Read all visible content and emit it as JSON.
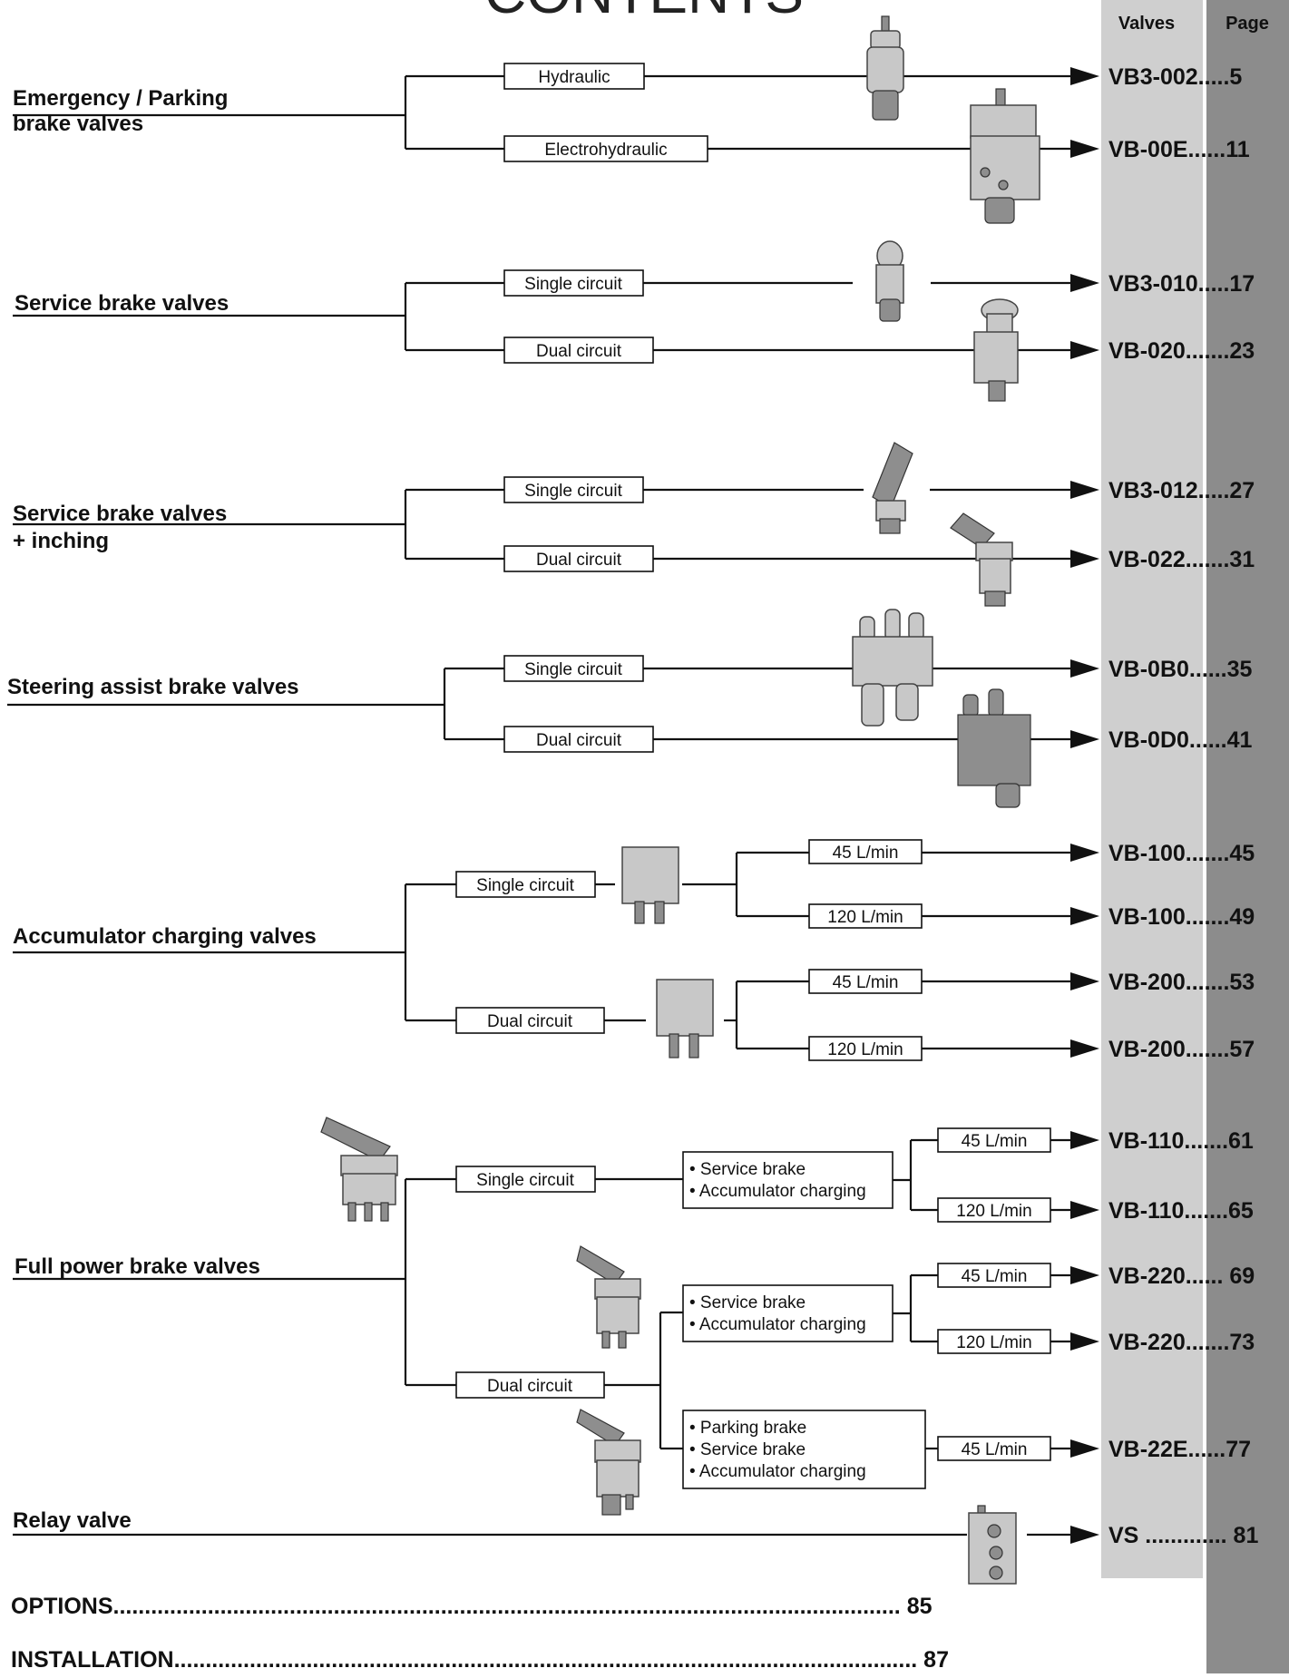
{
  "title": "CONTENTS",
  "columns": {
    "valves": "Valves",
    "page": "Page"
  },
  "colors": {
    "valves_column": "#cfcfcf",
    "page_column": "#8c8c8c",
    "line": "#111111"
  },
  "categories": [
    {
      "label": "Emergency / Parking\nbrake valves"
    },
    {
      "label": "Service brake valves"
    },
    {
      "label": "Service brake valves\n+ inching"
    },
    {
      "label": "Steering assist brake valves"
    },
    {
      "label": "Accumulator charging valves"
    },
    {
      "label": "Full power brake valves"
    },
    {
      "label": "Relay valve"
    }
  ],
  "branch_labels": [
    "Hydraulic",
    "Electrohydraulic",
    "Single circuit",
    "Dual circuit",
    "Single circuit",
    "Dual circuit",
    "Single circuit",
    "Dual circuit",
    "Single circuit",
    "Dual circuit",
    "Single circuit",
    "Dual circuit"
  ],
  "flow_labels": [
    "45 L/min",
    "120 L/min",
    "45 L/min",
    "120 L/min",
    "45 L/min",
    "120 L/min",
    "45 L/min",
    "120 L/min",
    "45 L/min"
  ],
  "function_boxes": [
    {
      "lines": [
        "• Service brake",
        "• Accumulator charging"
      ]
    },
    {
      "lines": [
        "• Service brake",
        "• Accumulator charging"
      ]
    },
    {
      "lines": [
        "• Parking brake",
        "• Service brake",
        "• Accumulator charging"
      ]
    }
  ],
  "entries": [
    {
      "code": "VB3-002",
      "dots": ".....",
      "page": "5"
    },
    {
      "code": "VB-00E",
      "dots": "......",
      "page": "11"
    },
    {
      "code": "VB3-010",
      "dots": ".....",
      "page": "17"
    },
    {
      "code": "VB-020",
      "dots": ".......",
      "page": "23"
    },
    {
      "code": "VB3-012",
      "dots": ".....",
      "page": "27"
    },
    {
      "code": "VB-022",
      "dots": ".......",
      "page": "31"
    },
    {
      "code": "VB-0B0",
      "dots": "......",
      "page": "35"
    },
    {
      "code": "VB-0D0",
      "dots": "......",
      "page": "41"
    },
    {
      "code": "VB-100",
      "dots": ".......",
      "page": "45"
    },
    {
      "code": "VB-100",
      "dots": ".......",
      "page": "49"
    },
    {
      "code": "VB-200",
      "dots": ".......",
      "page": "53"
    },
    {
      "code": "VB-200",
      "dots": ".......",
      "page": "57"
    },
    {
      "code": "VB-110",
      "dots": ".......",
      "page": "61"
    },
    {
      "code": "VB-110",
      "dots": ".......",
      "page": "65"
    },
    {
      "code": "VB-220",
      "dots": "......",
      "page": " 69"
    },
    {
      "code": "VB-220",
      "dots": ".......",
      "page": "73"
    },
    {
      "code": "VB-22E",
      "dots": "......",
      "page": "77"
    },
    {
      "code": "VS",
      "dots": " .............",
      "page": " 81"
    }
  ],
  "footer": [
    {
      "label": "OPTIONS",
      "dots": ".............................................................................................................................",
      "page": " 85"
    },
    {
      "label": "INSTALLATION",
      "dots": "......................................................................................................................",
      "page": " 87"
    }
  ],
  "images": [
    "hydraulic-parking-valve",
    "electrohydraulic-valve",
    "single-service-valve",
    "dual-service-valve",
    "single-pedal-valve",
    "dual-pedal-valve",
    "single-steering-valve",
    "dual-steering-valve",
    "single-accumulator-valve",
    "dual-accumulator-valve",
    "full-power-single-valve",
    "full-power-dual-valve",
    "full-power-parking-valve",
    "relay-valve"
  ]
}
